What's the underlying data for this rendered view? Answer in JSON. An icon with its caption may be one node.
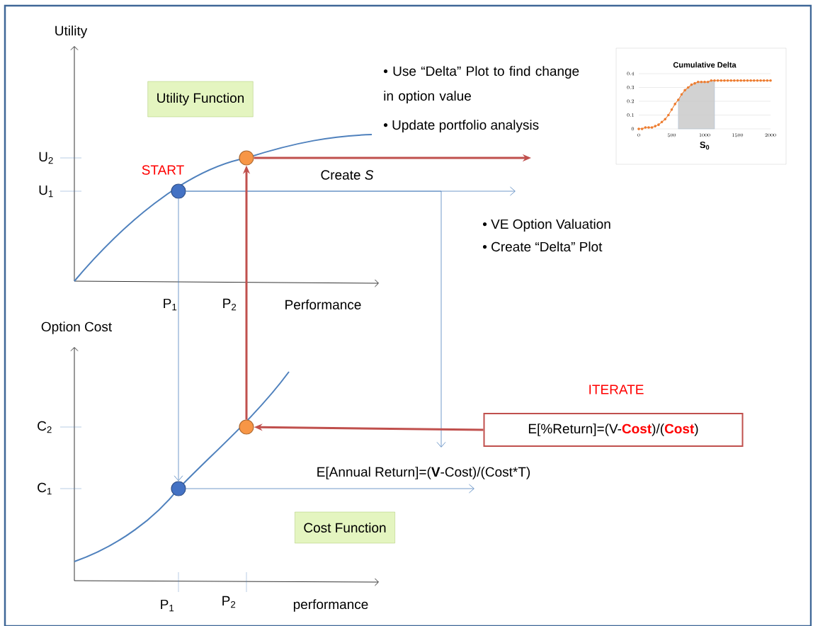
{
  "diagram": {
    "nodes": [
      {
        "text": [
          "Utility Function"
        ]
      },
      {
        "text": [],
        "shape": "circle",
        "beside": [
          "START"
        ]
      },
      {
        "text": [],
        "shape": "circle"
      },
      {
        "text": [],
        "shape": "circle"
      },
      {
        "text": [],
        "shape": "circle"
      },
      {
        "text": [
          "E[%Return]=(V-**Cost**)/(**Cost**)"
        ],
        "beside": [
          "ITERATE"
        ]
      },
      {
        "text": [
          "Cost Function"
        ]
      }
    ],
    "edges": [
      {
        "from": 1,
        "to": null,
        "arrow": "to",
        "label": "Create *S*"
      },
      {
        "from": 1,
        "to": null,
        "arrow": "to"
      },
      {
        "from": 1,
        "to": 3,
        "arrow": "to"
      },
      {
        "from": 3,
        "to": null,
        "arrow": "to",
        "label": "E[Annual Return]=(**V**-Cost)/(Cost*T)"
      },
      {
        "from": 5,
        "to": 4,
        "arrow": "to",
        "style": "thick",
        "color": "#c0504d"
      },
      {
        "from": 4,
        "to": 2,
        "arrow": "to",
        "style": "thick",
        "color": "#c0504d"
      },
      {
        "from": 2,
        "to": null,
        "arrow": "to",
        "style": "thick",
        "color": "#c0504d"
      }
    ],
    "labels": [
      "Utility",
      "U$_{2}$",
      "U$_{1}$",
      "P$_{1}$",
      "P$_{2}$",
      "Performance",
      "• Use “Delta” Plot to find change in option value",
      "• Update portfolio analysis",
      "• VE Option Valuation",
      "• Create “Delta” Plot",
      "Option Cost",
      "C$_{2}$",
      "C$_{1}$",
      "P$_{1}$",
      "P$_{2}$",
      "performance"
    ],
    "chart_data": {
      "type": "line",
      "title": "Cumulative Delta",
      "xlabel": "S$_{0}$",
      "x": [
        0,
        50,
        100,
        150,
        200,
        250,
        300,
        350,
        400,
        450,
        500,
        550,
        600,
        650,
        700,
        750,
        800,
        850,
        900,
        950,
        1000,
        1050,
        1100,
        1150,
        1200,
        1250,
        1300,
        1350,
        1400,
        1450,
        1500,
        1550,
        1600,
        1650,
        1700,
        1750,
        1800,
        1850,
        1900,
        1950,
        2000
      ],
      "series": [
        {
          "color": "#ed7d31",
          "marker": true,
          "values": [
            0,
            0,
            0.01,
            0.01,
            0.01,
            0.02,
            0.03,
            0.05,
            0.07,
            0.1,
            0.14,
            0.18,
            0.21,
            0.25,
            0.28,
            0.3,
            0.32,
            0.33,
            0.34,
            0.34,
            0.34,
            0.34,
            0.35,
            0.35,
            0.35,
            0.35,
            0.35,
            0.35,
            0.35,
            0.35,
            0.35,
            0.35,
            0.35,
            0.35,
            0.35,
            0.35,
            0.35,
            0.35,
            0.35,
            0.35,
            0.35
          ]
        }
      ],
      "xlim": [
        0,
        2000
      ],
      "ylim": [
        0,
        0.4
      ],
      "xticks": [
        0,
        500,
        1000,
        1500,
        2000
      ],
      "yticks": [
        0,
        0.1,
        0.2,
        0.3,
        0.4
      ],
      "grid": true
    }
  }
}
